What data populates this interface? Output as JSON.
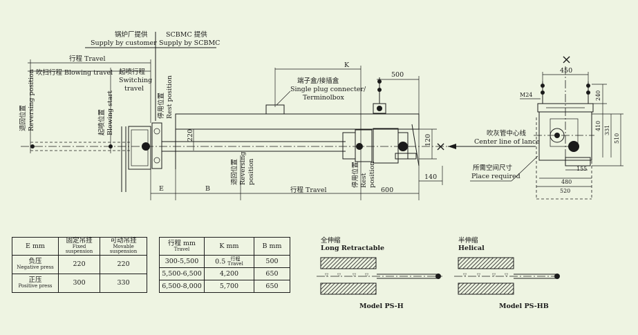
{
  "drawing": {
    "supply_customer_cn": "锅炉厂提供",
    "supply_customer_en": "Supply by customer",
    "supply_scbmc_cn": "SCBMC 提供",
    "supply_scbmc_en": "Supply by SCBMC",
    "travel_top": "行程 Travel",
    "blowing_travel": "吹扫行程 Blowing travel",
    "switching_cn": "起喷行程",
    "switching_en1": "Switching",
    "switching_en2": "travel",
    "reversing_cn": "退回位置",
    "reversing_en": "Reversing position",
    "blowing_start_cn": "起喷位置",
    "blowing_start_en": "Blowing start",
    "rest_cn": "停用位置",
    "rest_en": "Rest position",
    "dim_k": "K",
    "dim_500": "500",
    "plug_cn": "端子盒/接插盒",
    "plug_en1": "Single plug connecter/",
    "plug_en2": "Terminolbox",
    "dim_220": "220",
    "dim_120": "120",
    "dim_140": "140",
    "dim_600": "600",
    "dim_e": "E",
    "dim_b": "B",
    "travel_bottom": "行程 Travel",
    "rev_cn_b": "退回位置",
    "rev_en_b1": "Reversing",
    "rev_en_b2": "position",
    "rest_cn_b": "停用位置",
    "rest_en_b1": "Rest",
    "rest_en_b2": "position",
    "cross": "×",
    "center_cn": "吹灰管中心线",
    "center_en": "Center line of lance",
    "place_cn": "所需空间尺寸",
    "place_en": "Place required",
    "dim_450": "450",
    "dim_m24": "M24",
    "dim_240": "240",
    "dim_410": "410",
    "dim_331": "331",
    "dim_510": "510",
    "dim_155": "155",
    "dim_480": "480",
    "dim_520": "520"
  },
  "table1": {
    "h1": "E  mm",
    "h2_cn": "固定吊挂",
    "h2_en": "Fixed suspension",
    "h3_cn": "可动吊挂",
    "h3_en": "Movable suspension",
    "rows": [
      {
        "cn": "负压",
        "en": "Negative press",
        "fixed": "220",
        "movable": "220"
      },
      {
        "cn": "正压",
        "en": "Positive press",
        "fixed": "300",
        "movable": "330"
      }
    ]
  },
  "table2": {
    "h1_cn": "行程",
    "h1_unit": "mm",
    "h1_en": "Travel",
    "h2": "K  mm",
    "h3": "B  mm",
    "rows": [
      {
        "travel": "300-5,500",
        "k": "0.5",
        "k_cn": "行程",
        "k_en": "Travel",
        "b": "500"
      },
      {
        "travel": "5,500-6,500",
        "k": "4,200",
        "b": "650"
      },
      {
        "travel": "6,500-8,000",
        "k": "5,700",
        "b": "650"
      }
    ]
  },
  "models": {
    "ps_h_cn": "全伸缩",
    "ps_h_en": "Long Retractable",
    "ps_h_model": "Model PS-H",
    "ps_hb_cn": "半伸缩",
    "ps_hb_en": "Helical",
    "ps_hb_model": "Model PS-HB"
  }
}
